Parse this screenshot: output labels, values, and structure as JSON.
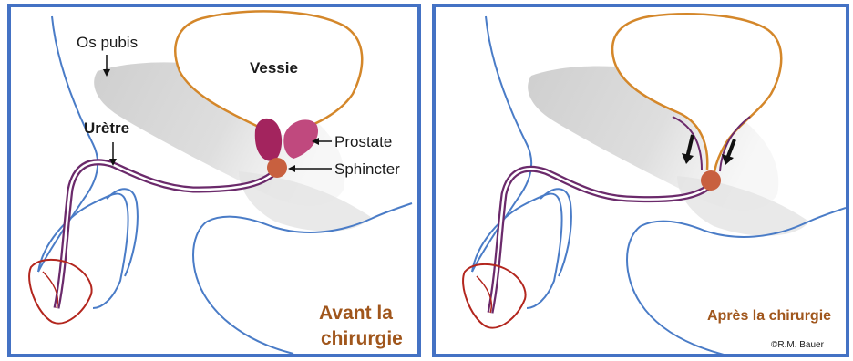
{
  "left_panel": {
    "labels": {
      "os_pubis": "Os pubis",
      "vessie": "Vessie",
      "uretre": "Urètre",
      "prostate": "Prostate",
      "sphincter": "Sphincter"
    },
    "caption_line1": "Avant la",
    "caption_line2": "chirurgie"
  },
  "right_panel": {
    "caption": "Après la chirurgie",
    "credit": "©R.M. Bauer"
  },
  "colors": {
    "frame": "#4472c4",
    "body_outline": "#4a7cc7",
    "bladder": "#d4872a",
    "urethra": "#6b2a6b",
    "prostate": "#a3245e",
    "sphincter": "#c8603f",
    "glans": "#b3261e",
    "bone": "#d9d9d9",
    "caption": "#a0561c"
  }
}
